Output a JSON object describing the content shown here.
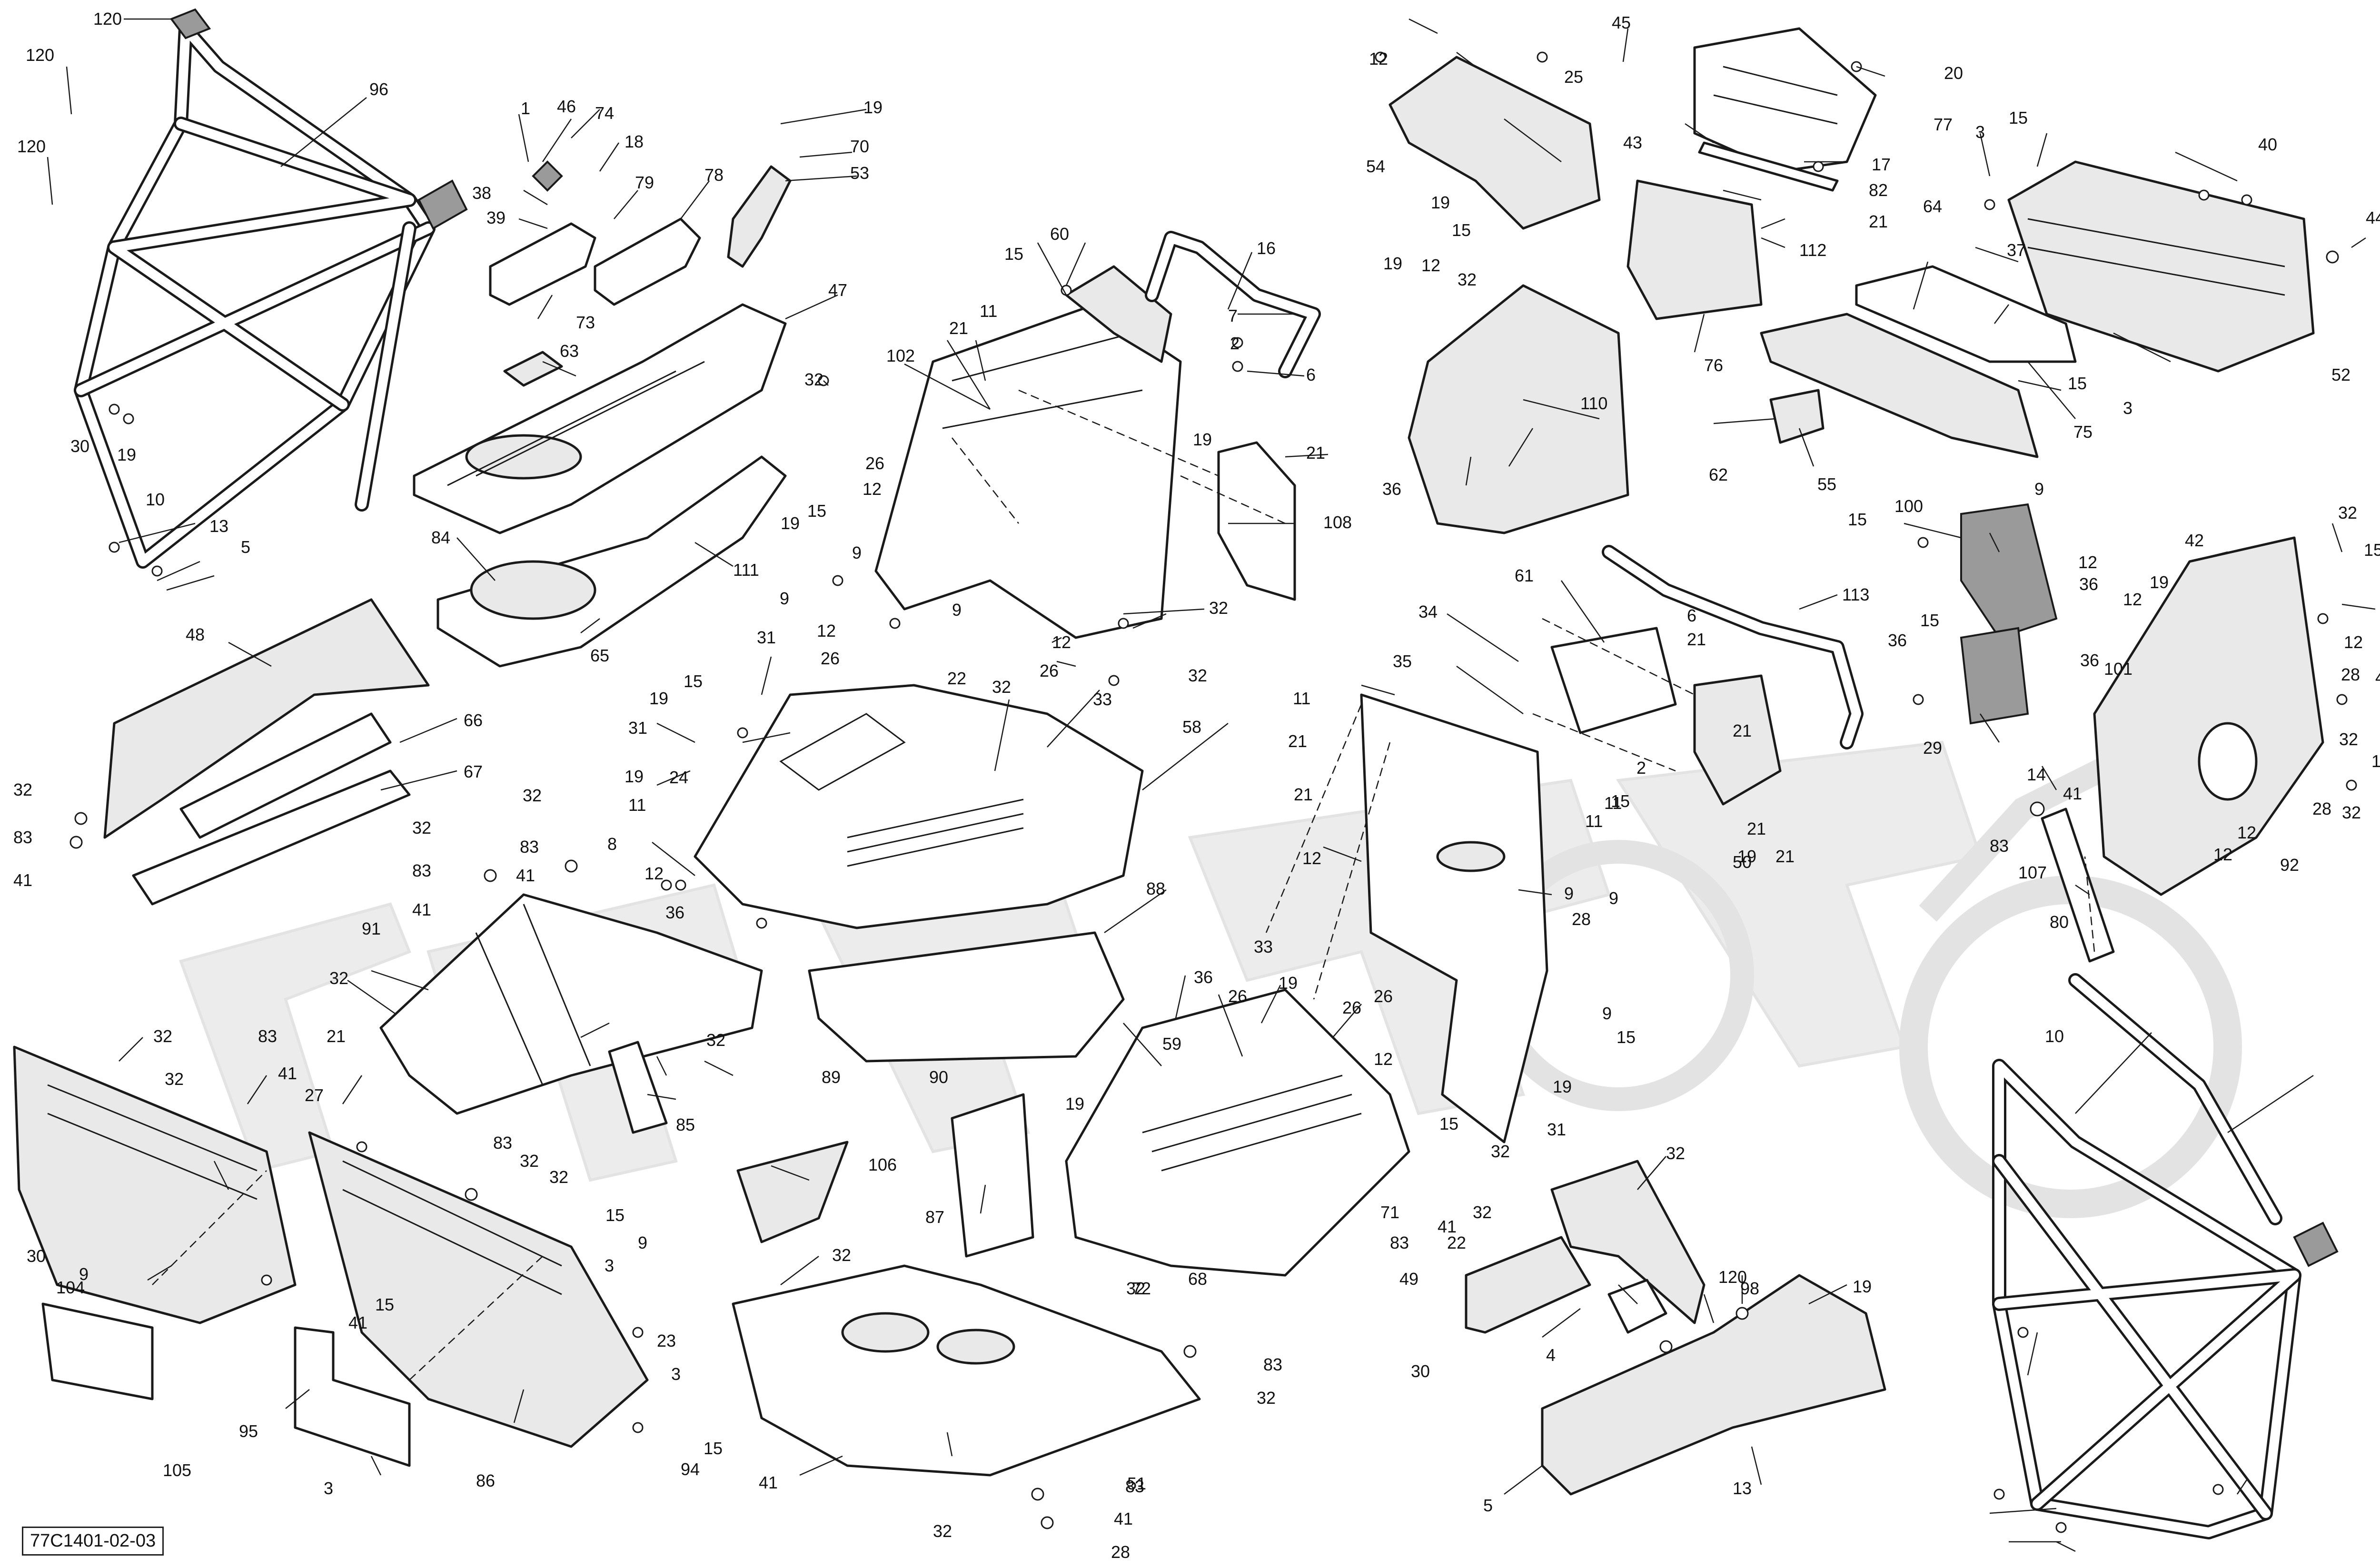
{
  "drawing": {
    "id": "77C1401-02-03"
  },
  "callouts": [
    {
      "id": "c-120a",
      "text": "120"
    },
    {
      "id": "c-96",
      "text": "96"
    },
    {
      "id": "c-120b",
      "text": "120"
    },
    {
      "id": "c-120c",
      "text": "120"
    },
    {
      "id": "c-30a",
      "text": "30"
    },
    {
      "id": "c-19a",
      "text": "19"
    },
    {
      "id": "c-10a",
      "text": "10"
    },
    {
      "id": "c-13a",
      "text": "13"
    },
    {
      "id": "c-5a",
      "text": "5"
    },
    {
      "id": "c-1",
      "text": "1"
    },
    {
      "id": "c-46",
      "text": "46"
    },
    {
      "id": "c-74",
      "text": "74"
    },
    {
      "id": "c-18",
      "text": "18"
    },
    {
      "id": "c-38",
      "text": "38"
    },
    {
      "id": "c-79",
      "text": "79"
    },
    {
      "id": "c-39",
      "text": "39"
    },
    {
      "id": "c-73",
      "text": "73"
    },
    {
      "id": "c-78",
      "text": "78"
    },
    {
      "id": "c-19b",
      "text": "19"
    },
    {
      "id": "c-70",
      "text": "70"
    },
    {
      "id": "c-53",
      "text": "53"
    },
    {
      "id": "c-47",
      "text": "47"
    },
    {
      "id": "c-63",
      "text": "63"
    },
    {
      "id": "c-32a",
      "text": "32"
    },
    {
      "id": "c-84",
      "text": "84"
    },
    {
      "id": "c-111",
      "text": "111"
    },
    {
      "id": "c-65",
      "text": "65"
    },
    {
      "id": "c-48",
      "text": "48"
    },
    {
      "id": "c-66",
      "text": "66"
    },
    {
      "id": "c-67",
      "text": "67"
    },
    {
      "id": "c-32b",
      "text": "32"
    },
    {
      "id": "c-83a",
      "text": "83"
    },
    {
      "id": "c-41a",
      "text": "41"
    },
    {
      "id": "c-15a",
      "text": "15"
    },
    {
      "id": "c-60",
      "text": "60"
    },
    {
      "id": "c-16",
      "text": "16"
    },
    {
      "id": "c-11a",
      "text": "11"
    },
    {
      "id": "c-21a",
      "text": "21"
    },
    {
      "id": "c-7",
      "text": "7"
    },
    {
      "id": "c-2a",
      "text": "2"
    },
    {
      "id": "c-102",
      "text": "102"
    },
    {
      "id": "c-19c",
      "text": "19"
    },
    {
      "id": "c-6a",
      "text": "6"
    },
    {
      "id": "c-21b",
      "text": "21"
    },
    {
      "id": "c-26a",
      "text": "26"
    },
    {
      "id": "c-12a",
      "text": "12"
    },
    {
      "id": "c-108",
      "text": "108"
    },
    {
      "id": "c-19d",
      "text": "19"
    },
    {
      "id": "c-15b",
      "text": "15"
    },
    {
      "id": "c-9a",
      "text": "9"
    },
    {
      "id": "c-9b",
      "text": "9"
    },
    {
      "id": "c-32c",
      "text": "32"
    },
    {
      "id": "c-12b",
      "text": "12"
    },
    {
      "id": "c-26b",
      "text": "26"
    },
    {
      "id": "c-9c",
      "text": "9"
    },
    {
      "id": "c-12c",
      "text": "12"
    },
    {
      "id": "c-26c",
      "text": "26"
    },
    {
      "id": "c-32d",
      "text": "32"
    },
    {
      "id": "c-31a",
      "text": "31"
    },
    {
      "id": "c-15c",
      "text": "15"
    },
    {
      "id": "c-22a",
      "text": "22"
    },
    {
      "id": "c-32e",
      "text": "32"
    },
    {
      "id": "c-33a",
      "text": "33"
    },
    {
      "id": "c-58",
      "text": "58"
    },
    {
      "id": "c-19e",
      "text": "19"
    },
    {
      "id": "c-31b",
      "text": "31"
    },
    {
      "id": "c-19f",
      "text": "19"
    },
    {
      "id": "c-24",
      "text": "24"
    },
    {
      "id": "c-11b",
      "text": "11"
    },
    {
      "id": "c-8",
      "text": "8"
    },
    {
      "id": "c-12d",
      "text": "12"
    },
    {
      "id": "c-36a",
      "text": "36"
    },
    {
      "id": "c-32f",
      "text": "32"
    },
    {
      "id": "c-83b",
      "text": "83"
    },
    {
      "id": "c-41b",
      "text": "41"
    },
    {
      "id": "c-32g",
      "text": "32"
    },
    {
      "id": "c-83c",
      "text": "83"
    },
    {
      "id": "c-41c",
      "text": "41"
    },
    {
      "id": "c-91",
      "text": "91"
    },
    {
      "id": "c-32h",
      "text": "32"
    },
    {
      "id": "c-32i",
      "text": "32"
    },
    {
      "id": "c-85",
      "text": "85"
    },
    {
      "id": "c-88",
      "text": "88"
    },
    {
      "id": "c-89",
      "text": "89"
    },
    {
      "id": "c-90",
      "text": "90"
    },
    {
      "id": "c-12e",
      "text": "12"
    },
    {
      "id": "c-25",
      "text": "25"
    },
    {
      "id": "c-45",
      "text": "45"
    },
    {
      "id": "c-43",
      "text": "43"
    },
    {
      "id": "c-54",
      "text": "54"
    },
    {
      "id": "c-19g",
      "text": "19"
    },
    {
      "id": "c-15d",
      "text": "15"
    },
    {
      "id": "c-20",
      "text": "20"
    },
    {
      "id": "c-77",
      "text": "77"
    },
    {
      "id": "c-17",
      "text": "17"
    },
    {
      "id": "c-82",
      "text": "82"
    },
    {
      "id": "c-21c",
      "text": "21"
    },
    {
      "id": "c-112",
      "text": "112"
    },
    {
      "id": "c-76",
      "text": "76"
    },
    {
      "id": "c-19h",
      "text": "19"
    },
    {
      "id": "c-12f",
      "text": "12"
    },
    {
      "id": "c-32j",
      "text": "32"
    },
    {
      "id": "c-110",
      "text": "110"
    },
    {
      "id": "c-36b",
      "text": "36"
    },
    {
      "id": "c-15e",
      "text": "15"
    },
    {
      "id": "c-3a",
      "text": "3"
    },
    {
      "id": "c-40",
      "text": "40"
    },
    {
      "id": "c-44",
      "text": "44"
    },
    {
      "id": "c-37",
      "text": "37"
    },
    {
      "id": "c-64",
      "text": "64"
    },
    {
      "id": "c-15f",
      "text": "15"
    },
    {
      "id": "c-3b",
      "text": "3"
    },
    {
      "id": "c-52",
      "text": "52"
    },
    {
      "id": "c-75",
      "text": "75"
    },
    {
      "id": "c-62",
      "text": "62"
    },
    {
      "id": "c-55",
      "text": "55"
    },
    {
      "id": "c-61",
      "text": "61"
    },
    {
      "id": "c-113",
      "text": "113"
    },
    {
      "id": "c-34",
      "text": "34"
    },
    {
      "id": "c-6b",
      "text": "6"
    },
    {
      "id": "c-21d",
      "text": "21"
    },
    {
      "id": "c-35",
      "text": "35"
    },
    {
      "id": "c-11c",
      "text": "11"
    },
    {
      "id": "c-21e",
      "text": "21"
    },
    {
      "id": "c-2b",
      "text": "2"
    },
    {
      "id": "c-11d",
      "text": "11"
    },
    {
      "id": "c-21f",
      "text": "21"
    },
    {
      "id": "c-21g",
      "text": "21"
    },
    {
      "id": "c-11e",
      "text": "11"
    },
    {
      "id": "c-15g",
      "text": "15"
    },
    {
      "id": "c-19i",
      "text": "19"
    },
    {
      "id": "c-21h",
      "text": "21"
    },
    {
      "id": "c-21i",
      "text": "21"
    },
    {
      "id": "c-50",
      "text": "50"
    },
    {
      "id": "c-12g",
      "text": "12"
    },
    {
      "id": "c-9d",
      "text": "9"
    },
    {
      "id": "c-9e",
      "text": "9"
    },
    {
      "id": "c-28a",
      "text": "28"
    },
    {
      "id": "c-15h",
      "text": "15"
    },
    {
      "id": "c-100",
      "text": "100"
    },
    {
      "id": "c-9f",
      "text": "9"
    },
    {
      "id": "c-12h",
      "text": "12"
    },
    {
      "id": "c-36c",
      "text": "36"
    },
    {
      "id": "c-12i",
      "text": "12"
    },
    {
      "id": "c-19j",
      "text": "19"
    },
    {
      "id": "c-36d",
      "text": "36"
    },
    {
      "id": "c-15i",
      "text": "15"
    },
    {
      "id": "c-36e",
      "text": "36"
    },
    {
      "id": "c-101",
      "text": "101"
    },
    {
      "id": "c-29",
      "text": "29"
    },
    {
      "id": "c-14",
      "text": "14"
    },
    {
      "id": "c-41d",
      "text": "41"
    },
    {
      "id": "c-83d",
      "text": "83"
    },
    {
      "id": "c-107",
      "text": "107"
    },
    {
      "id": "c-80",
      "text": "80"
    },
    {
      "id": "c-42a",
      "text": "42"
    },
    {
      "id": "c-32k",
      "text": "32"
    },
    {
      "id": "c-15j",
      "text": "15"
    },
    {
      "id": "c-12j",
      "text": "12"
    },
    {
      "id": "c-28b",
      "text": "28"
    },
    {
      "id": "c-42b",
      "text": "42"
    },
    {
      "id": "c-32l",
      "text": "32"
    },
    {
      "id": "c-19k",
      "text": "19"
    },
    {
      "id": "c-12k",
      "text": "12"
    },
    {
      "id": "c-12l",
      "text": "12"
    },
    {
      "id": "c-28c",
      "text": "28"
    },
    {
      "id": "c-32m",
      "text": "32"
    },
    {
      "id": "c-92",
      "text": "92"
    },
    {
      "id": "c-32n",
      "text": "32"
    },
    {
      "id": "c-32o",
      "text": "32"
    },
    {
      "id": "c-83e",
      "text": "83"
    },
    {
      "id": "c-41e",
      "text": "41"
    },
    {
      "id": "c-27",
      "text": "27"
    },
    {
      "id": "c-21j",
      "text": "21"
    },
    {
      "id": "c-30b",
      "text": "30"
    },
    {
      "id": "c-9g",
      "text": "9"
    },
    {
      "id": "c-104",
      "text": "104"
    },
    {
      "id": "c-105",
      "text": "105"
    },
    {
      "id": "c-95",
      "text": "95"
    },
    {
      "id": "c-3c",
      "text": "3"
    },
    {
      "id": "c-15k",
      "text": "15"
    },
    {
      "id": "c-41f",
      "text": "41"
    },
    {
      "id": "c-83f",
      "text": "83"
    },
    {
      "id": "c-32p",
      "text": "32"
    },
    {
      "id": "c-32q",
      "text": "32"
    },
    {
      "id": "c-15l",
      "text": "15"
    },
    {
      "id": "c-3d",
      "text": "3"
    },
    {
      "id": "c-9h",
      "text": "9"
    },
    {
      "id": "c-23",
      "text": "23"
    },
    {
      "id": "c-3e",
      "text": "3"
    },
    {
      "id": "c-15m",
      "text": "15"
    },
    {
      "id": "c-94",
      "text": "94"
    },
    {
      "id": "c-86",
      "text": "86"
    },
    {
      "id": "c-106",
      "text": "106"
    },
    {
      "id": "c-87",
      "text": "87"
    },
    {
      "id": "c-32r",
      "text": "32"
    },
    {
      "id": "c-32s",
      "text": "32"
    },
    {
      "id": "c-41g",
      "text": "41"
    },
    {
      "id": "c-83g",
      "text": "83"
    },
    {
      "id": "c-32t",
      "text": "32"
    },
    {
      "id": "c-51",
      "text": "51"
    },
    {
      "id": "c-32u",
      "text": "32"
    },
    {
      "id": "c-83h",
      "text": "83"
    },
    {
      "id": "c-41h",
      "text": "41"
    },
    {
      "id": "c-28d",
      "text": "28"
    },
    {
      "id": "c-26d",
      "text": "26"
    },
    {
      "id": "c-33b",
      "text": "33"
    },
    {
      "id": "c-36f",
      "text": "36"
    },
    {
      "id": "c-26e",
      "text": "26"
    },
    {
      "id": "c-19l",
      "text": "19"
    },
    {
      "id": "c-59",
      "text": "59"
    },
    {
      "id": "c-19m",
      "text": "19"
    },
    {
      "id": "c-12m",
      "text": "12"
    },
    {
      "id": "c-26f",
      "text": "26"
    },
    {
      "id": "c-9i",
      "text": "9"
    },
    {
      "id": "c-15n",
      "text": "15"
    },
    {
      "id": "c-19n",
      "text": "19"
    },
    {
      "id": "c-15o",
      "text": "15"
    },
    {
      "id": "c-22b",
      "text": "22"
    },
    {
      "id": "c-32v",
      "text": "32"
    },
    {
      "id": "c-31c",
      "text": "31"
    },
    {
      "id": "c-71",
      "text": "71"
    },
    {
      "id": "c-41i",
      "text": "41"
    },
    {
      "id": "c-83i",
      "text": "83"
    },
    {
      "id": "c-32w",
      "text": "32"
    },
    {
      "id": "c-68",
      "text": "68"
    },
    {
      "id": "c-72",
      "text": "72"
    },
    {
      "id": "c-49",
      "text": "49"
    },
    {
      "id": "c-32x",
      "text": "32"
    },
    {
      "id": "c-120d",
      "text": "120"
    },
    {
      "id": "c-98",
      "text": "98"
    },
    {
      "id": "c-19o",
      "text": "19"
    },
    {
      "id": "c-30c",
      "text": "30"
    },
    {
      "id": "c-4",
      "text": "4"
    },
    {
      "id": "c-5b",
      "text": "5"
    },
    {
      "id": "c-13b",
      "text": "13"
    },
    {
      "id": "c-10b",
      "text": "10"
    }
  ]
}
